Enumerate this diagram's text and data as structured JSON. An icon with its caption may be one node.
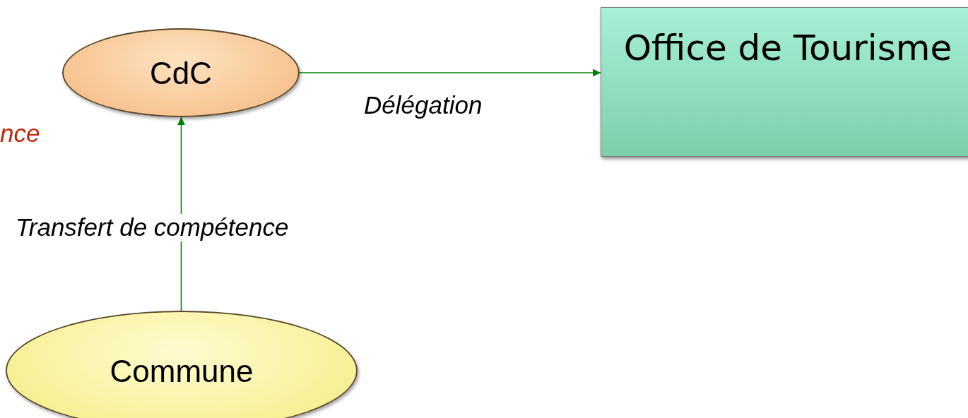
{
  "diagram": {
    "nodes": [
      {
        "text": [
          "CdC"
        ]
      },
      {
        "text": [
          "Office de Tourisme"
        ]
      },
      {
        "text": [
          "Commune"
        ]
      }
    ],
    "edges": [
      {
        "from": 2,
        "to": 0,
        "arrow": "to",
        "label": "Transfert de compétence"
      },
      {
        "from": 0,
        "to": 1,
        "arrow": "to",
        "label": "Délégation"
      }
    ],
    "labels": [
      "nce"
    ]
  }
}
